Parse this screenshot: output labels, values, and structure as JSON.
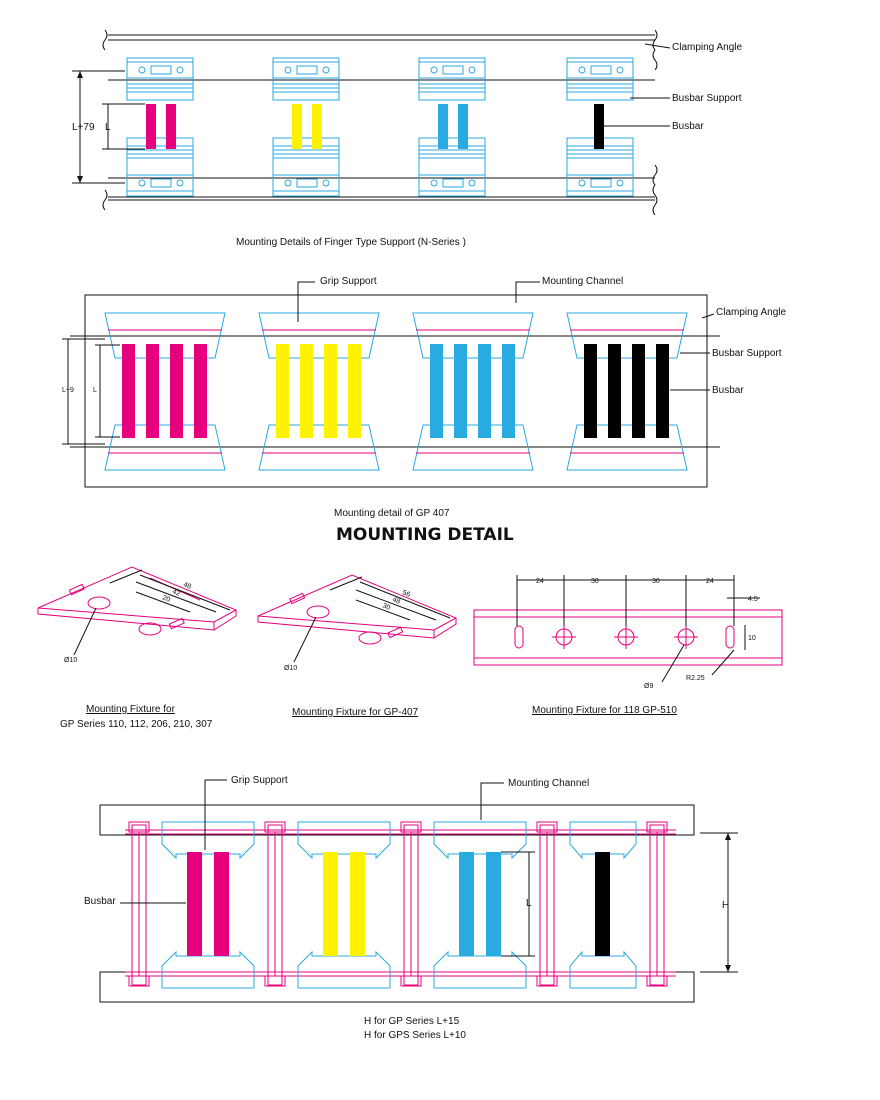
{
  "colors": {
    "magenta": "#e6007e",
    "yellow": "#fff200",
    "cyan": "#29abe2",
    "black": "#000000",
    "outline_cyan": "#29a9e0",
    "line": "#111111"
  },
  "fig1": {
    "caption": "Mounting Details of  Finger Type Support (N-Series )",
    "labels": {
      "clamping_angle": "Clamping Angle",
      "busbar_support": "Busbar Support",
      "busbar": "Busbar"
    },
    "dims": {
      "outer": "L+79",
      "inner": "L"
    }
  },
  "fig2": {
    "caption": "Mounting detail of GP 407",
    "labels": {
      "grip_support": "Grip Support",
      "mounting_channel": "Mounting Channel",
      "clamping_angle": "Clamping Angle",
      "busbar_support": "Busbar Support",
      "busbar": "Busbar"
    },
    "dims": {
      "outer": "L+9",
      "inner": "L"
    }
  },
  "heading": "MOUNTING DETAIL",
  "fixtures": {
    "a": {
      "title_line1": "Mounting Fixture for",
      "title_line2": "GP Series 110, 112, 206, 210, 307",
      "dims": [
        "48",
        "42",
        "20"
      ],
      "hole": "Ø10"
    },
    "b": {
      "title": "Mounting Fixture for GP-407",
      "dims": [
        "56",
        "48",
        "30"
      ],
      "hole": "Ø10"
    },
    "c": {
      "title": "Mounting Fixture for 118 GP-510",
      "dims": [
        "24",
        "30",
        "30",
        "24"
      ],
      "slot_w": "4.5",
      "slot_h": "10",
      "hole": "Ø9",
      "radius": "R2.25"
    }
  },
  "fig4": {
    "labels": {
      "grip_support": "Grip Support",
      "mounting_channel": "Mounting Channel",
      "busbar": "Busbar"
    },
    "dims": {
      "inner": "L",
      "outer": "H"
    },
    "notes": [
      "H for GP Series L+15",
      "H for GPS Series L+10"
    ]
  }
}
